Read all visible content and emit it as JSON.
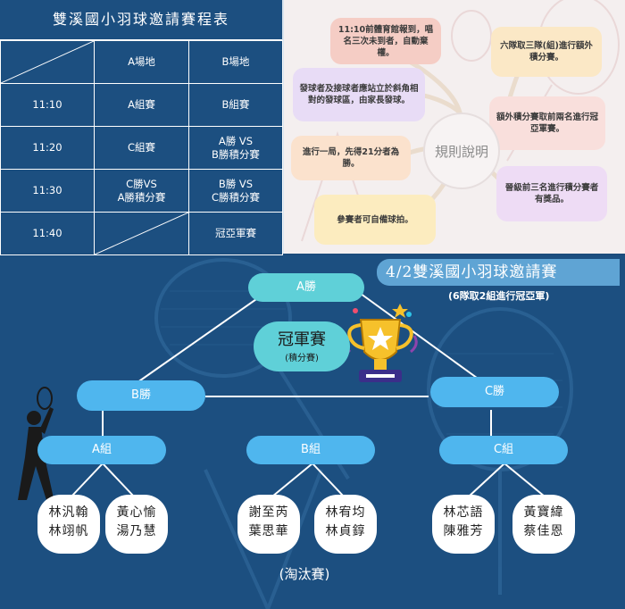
{
  "schedule": {
    "title": "雙溪國小羽球邀請賽程表",
    "header": [
      "",
      "A場地",
      "B場地"
    ],
    "rows": [
      {
        "time": "11:10",
        "a": "A組賽",
        "b": "B組賽"
      },
      {
        "time": "11:20",
        "a": "C組賽",
        "b": "A勝 VS\nB勝積分賽"
      },
      {
        "time": "11:30",
        "a": "C勝VS\nA勝積分賽",
        "b": "B勝 VS\nC勝積分賽"
      },
      {
        "time": "11:40",
        "a": "",
        "b": "冠亞軍賽"
      }
    ]
  },
  "rules": {
    "center": "規則說明",
    "notes": [
      "11:10前體育館報到，唱名三次未到者，自動棄權。",
      "六隊取三隊(組)進行額外積分賽。",
      "發球者及接球者應站立於斜角相對的發球區，由家長發球。",
      "額外積分賽取前兩名進行冠亞軍賽。",
      "進行一局，先得21分者為勝。",
      "晉級前三名進行積分賽者有獎品。",
      "參賽者可自備球拍。"
    ]
  },
  "bracket": {
    "title": "4/2雙溪國小羽球邀請賽",
    "subtitle": "(6隊取2組進行冠亞軍)",
    "final": {
      "label": "冠軍賽",
      "note": "(積分賽)"
    },
    "winners": {
      "a": "A勝",
      "b": "B勝",
      "c": "C勝"
    },
    "groups": [
      {
        "label": "A組",
        "teams": [
          [
            "林汎翰",
            "林翊帆"
          ],
          [
            "黃心愉",
            "湯乃慧"
          ]
        ]
      },
      {
        "label": "B組",
        "teams": [
          [
            "謝至芮",
            "葉思華"
          ],
          [
            "林宥均",
            "林貞錞"
          ]
        ]
      },
      {
        "label": "C組",
        "teams": [
          [
            "林芯語",
            "陳雅芳"
          ],
          [
            "黃寶緯",
            "蔡佳恩"
          ]
        ]
      }
    ],
    "footer": "(淘汰賽)"
  }
}
